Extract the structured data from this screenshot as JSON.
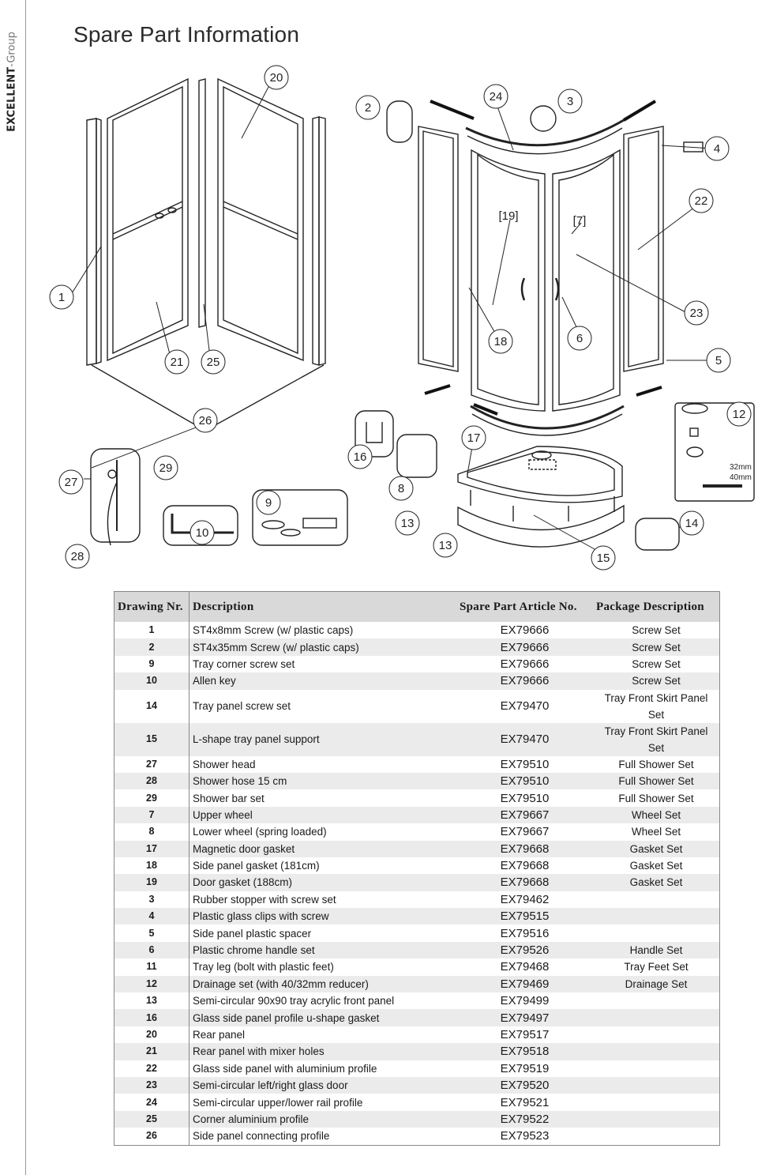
{
  "brand": {
    "bold": "EXCELLENT",
    "light": "-Group"
  },
  "page_title": "Spare Part Information",
  "callouts": [
    "20",
    "2",
    "24",
    "3",
    "4",
    "22",
    "1",
    "23",
    "5",
    "21",
    "25",
    "18",
    "6",
    "[19]",
    "[7]",
    "26",
    "12",
    "27",
    "29",
    "16",
    "17",
    "8",
    "9",
    "13",
    "13",
    "10",
    "28",
    "15",
    "14",
    "32mm",
    "40mm"
  ],
  "table": {
    "headers": [
      "Drawing Nr.",
      "Description",
      "Spare Part Article No.",
      "Package Description"
    ],
    "rows": [
      {
        "nr": "1",
        "desc": "ST4x8mm Screw (w/ plastic caps)",
        "art": "EX79666",
        "pkg": "Screw Set"
      },
      {
        "nr": "2",
        "desc": "ST4x35mm Screw  (w/ plastic caps)",
        "art": "EX79666",
        "pkg": "Screw Set"
      },
      {
        "nr": "9",
        "desc": "Tray corner screw set",
        "art": "EX79666",
        "pkg": "Screw Set"
      },
      {
        "nr": "10",
        "desc": "Allen key",
        "art": "EX79666",
        "pkg": "Screw Set"
      },
      {
        "nr": "14",
        "desc": "Tray panel screw set",
        "art": "EX79470",
        "pkg": "Tray Front Skirt Panel Set"
      },
      {
        "nr": "15",
        "desc": "L-shape tray panel support",
        "art": "EX79470",
        "pkg": "Tray Front Skirt Panel Set"
      },
      {
        "nr": "27",
        "desc": "Shower head",
        "art": "EX79510",
        "pkg": "Full Shower Set"
      },
      {
        "nr": "28",
        "desc": "Shower hose 15 cm",
        "art": "EX79510",
        "pkg": "Full Shower Set"
      },
      {
        "nr": "29",
        "desc": "Shower bar set",
        "art": "EX79510",
        "pkg": "Full Shower Set"
      },
      {
        "nr": "7",
        "desc": "Upper wheel",
        "art": "EX79667",
        "pkg": "Wheel Set"
      },
      {
        "nr": "8",
        "desc": "Lower wheel (spring loaded)",
        "art": "EX79667",
        "pkg": "Wheel Set"
      },
      {
        "nr": "17",
        "desc": "Magnetic door gasket",
        "art": "EX79668",
        "pkg": "Gasket Set"
      },
      {
        "nr": "18",
        "desc": "Side panel gasket (181cm)",
        "art": "EX79668",
        "pkg": "Gasket Set"
      },
      {
        "nr": "19",
        "desc": "Door gasket (188cm)",
        "art": "EX79668",
        "pkg": "Gasket Set"
      },
      {
        "nr": "3",
        "desc": "Rubber stopper with screw set",
        "art": "EX79462",
        "pkg": ""
      },
      {
        "nr": "4",
        "desc": "Plastic glass clips with screw",
        "art": "EX79515",
        "pkg": ""
      },
      {
        "nr": "5",
        "desc": "Side panel plastic spacer",
        "art": "EX79516",
        "pkg": ""
      },
      {
        "nr": "6",
        "desc": "Plastic chrome handle set",
        "art": "EX79526",
        "pkg": "Handle Set"
      },
      {
        "nr": "11",
        "desc": "Tray leg (bolt with plastic feet)",
        "art": "EX79468",
        "pkg": "Tray Feet Set"
      },
      {
        "nr": "12",
        "desc": "Drainage set (with 40/32mm reducer)",
        "art": "EX79469",
        "pkg": "Drainage Set"
      },
      {
        "nr": "13",
        "desc": "Semi-circular 90x90 tray acrylic front panel",
        "art": "EX79499",
        "pkg": ""
      },
      {
        "nr": "16",
        "desc": "Glass side panel profile u-shape gasket",
        "art": "EX79497",
        "pkg": ""
      },
      {
        "nr": "20",
        "desc": "Rear panel",
        "art": "EX79517",
        "pkg": ""
      },
      {
        "nr": "21",
        "desc": "Rear panel with mixer holes",
        "art": "EX79518",
        "pkg": ""
      },
      {
        "nr": "22",
        "desc": "Glass side panel with aluminium profile",
        "art": "EX79519",
        "pkg": ""
      },
      {
        "nr": "23",
        "desc": "Semi-circular left/right glass door",
        "art": "EX79520",
        "pkg": ""
      },
      {
        "nr": "24",
        "desc": "Semi-circular upper/lower rail profile",
        "art": "EX79521",
        "pkg": ""
      },
      {
        "nr": "25",
        "desc": "Corner aluminium profile",
        "art": "EX79522",
        "pkg": ""
      },
      {
        "nr": "26",
        "desc": "Side panel connecting profile",
        "art": "EX79523",
        "pkg": ""
      }
    ]
  }
}
